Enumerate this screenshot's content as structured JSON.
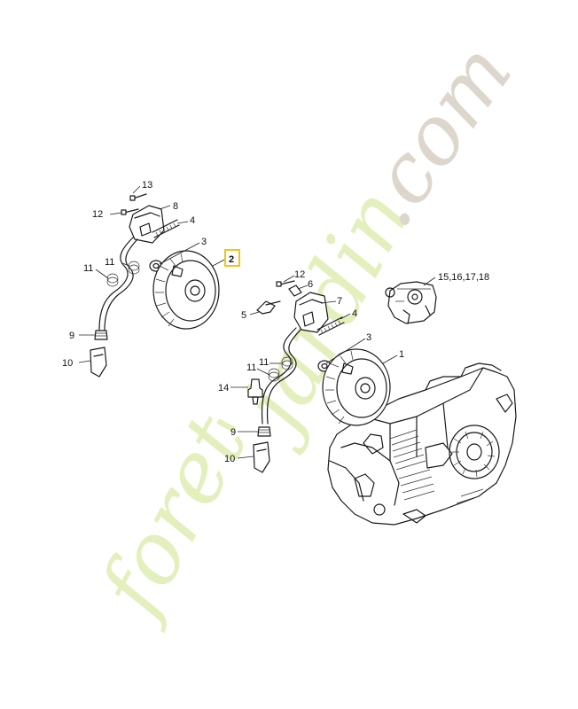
{
  "watermark": {
    "brand_green": "foret",
    "brand_green2": "jardin",
    "apostrophe": "'",
    "suffix": ".com",
    "color_green": "#e3efbd",
    "color_grey": "#ddd6cc"
  },
  "highlight_color": "#f0c419",
  "parts": {
    "top_group": {
      "l13": "13",
      "l12": "12",
      "l8": "8",
      "l4": "4",
      "l3": "3",
      "l2": "2",
      "l11a": "11",
      "l11b": "11",
      "l9": "9",
      "l10": "10"
    },
    "main_group": {
      "l12": "12",
      "l6": "6",
      "l5": "5",
      "l7": "7",
      "l4": "4",
      "l3": "3",
      "l1": "1",
      "l11a": "11",
      "l11b": "11",
      "l14": "14",
      "l9": "9",
      "l10": "10",
      "carb": "15,16,17,18"
    }
  }
}
